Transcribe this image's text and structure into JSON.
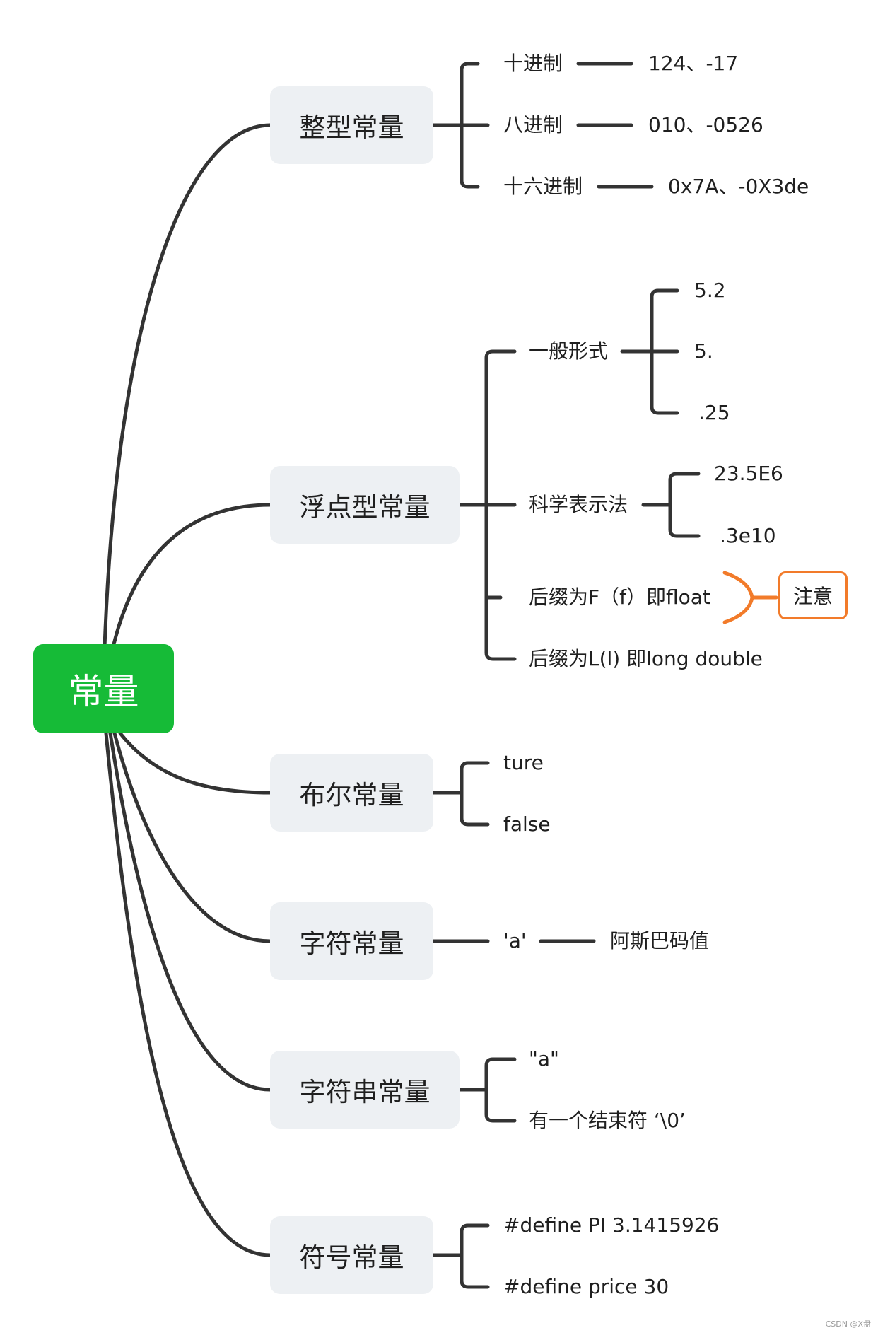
{
  "root": "常量",
  "note": "注意",
  "credit": "CSDN @X盘",
  "colors": {
    "root": "#16bb37",
    "category_bg": "#edf0f3",
    "line": "#333333",
    "accent": "#f27b2a"
  },
  "categories": [
    {
      "label": "整型常量",
      "items": [
        {
          "label": "十进制",
          "value": "124、-17"
        },
        {
          "label": "八进制",
          "value": "010、-0526"
        },
        {
          "label": "十六进制",
          "value": "0x7A、-0X3de"
        }
      ]
    },
    {
      "label": "浮点型常量",
      "items": [
        {
          "label": "一般形式",
          "values": [
            "5.2",
            "5.",
            ".25"
          ]
        },
        {
          "label": "科学表示法",
          "values": [
            "23.5E6",
            ".3e10"
          ]
        },
        {
          "label": "后缀为F（f）即float"
        },
        {
          "label": "后缀为L(l) 即long double"
        }
      ]
    },
    {
      "label": "布尔常量",
      "items": [
        {
          "label": "ture"
        },
        {
          "label": "false"
        }
      ]
    },
    {
      "label": "字符常量",
      "items": [
        {
          "label": "'a'",
          "value": "阿斯巴码值"
        }
      ]
    },
    {
      "label": "字符串常量",
      "items": [
        {
          "label": "\"a\""
        },
        {
          "label": "有一个结束符 ‘\\0’"
        }
      ]
    },
    {
      "label": "符号常量",
      "items": [
        {
          "label": "#define PI 3.1415926"
        },
        {
          "label": "#define price 30"
        }
      ]
    }
  ]
}
